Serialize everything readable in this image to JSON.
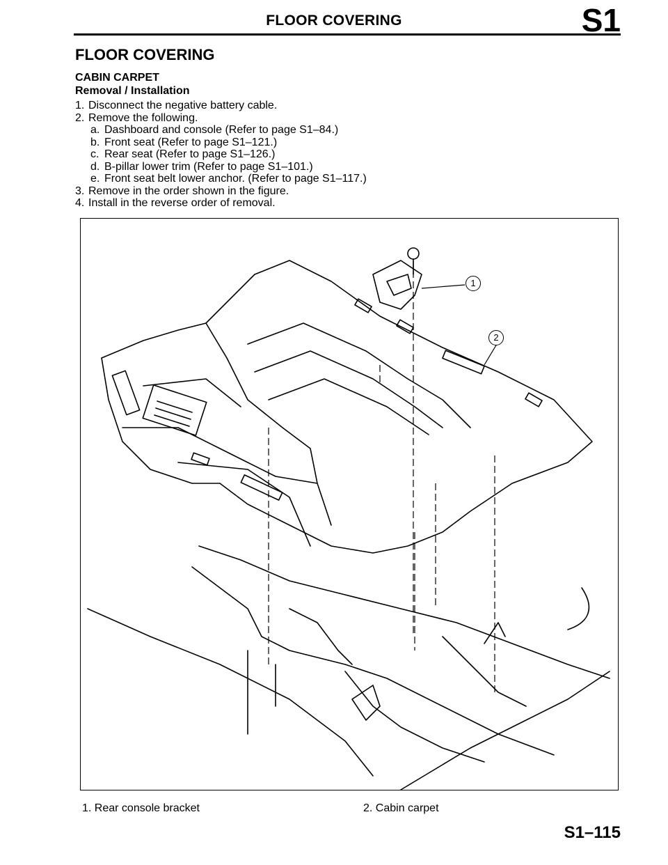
{
  "header": {
    "title": "FLOOR COVERING",
    "section_code": "S1"
  },
  "section_title": "FLOOR COVERING",
  "subsection": "CABIN CARPET",
  "procedure_title": "Removal / Installation",
  "steps": [
    {
      "num": "1.",
      "text": "Disconnect the negative battery cable."
    },
    {
      "num": "2.",
      "text": "Remove the following."
    },
    {
      "num": "3.",
      "text": "Remove in the order shown in the figure."
    },
    {
      "num": "4.",
      "text": "Install in the reverse order of removal."
    }
  ],
  "substeps": [
    {
      "letter": "a.",
      "text": "Dashboard and console (Refer to page S1–84.)"
    },
    {
      "letter": "b.",
      "text": "Front seat (Refer to page S1–121.)"
    },
    {
      "letter": "c.",
      "text": "Rear seat (Refer to page S1–126.)"
    },
    {
      "letter": "d.",
      "text": "B-pillar lower trim (Refer to page S1–101.)"
    },
    {
      "letter": "e.",
      "text": "Front seat belt lower anchor. (Refer to page S1–117.)"
    }
  ],
  "figure": {
    "callouts": [
      "1",
      "2"
    ]
  },
  "legend": [
    {
      "text": "1.  Rear console bracket"
    },
    {
      "text": "2.  Cabin carpet"
    }
  ],
  "page_number": "S1–115"
}
